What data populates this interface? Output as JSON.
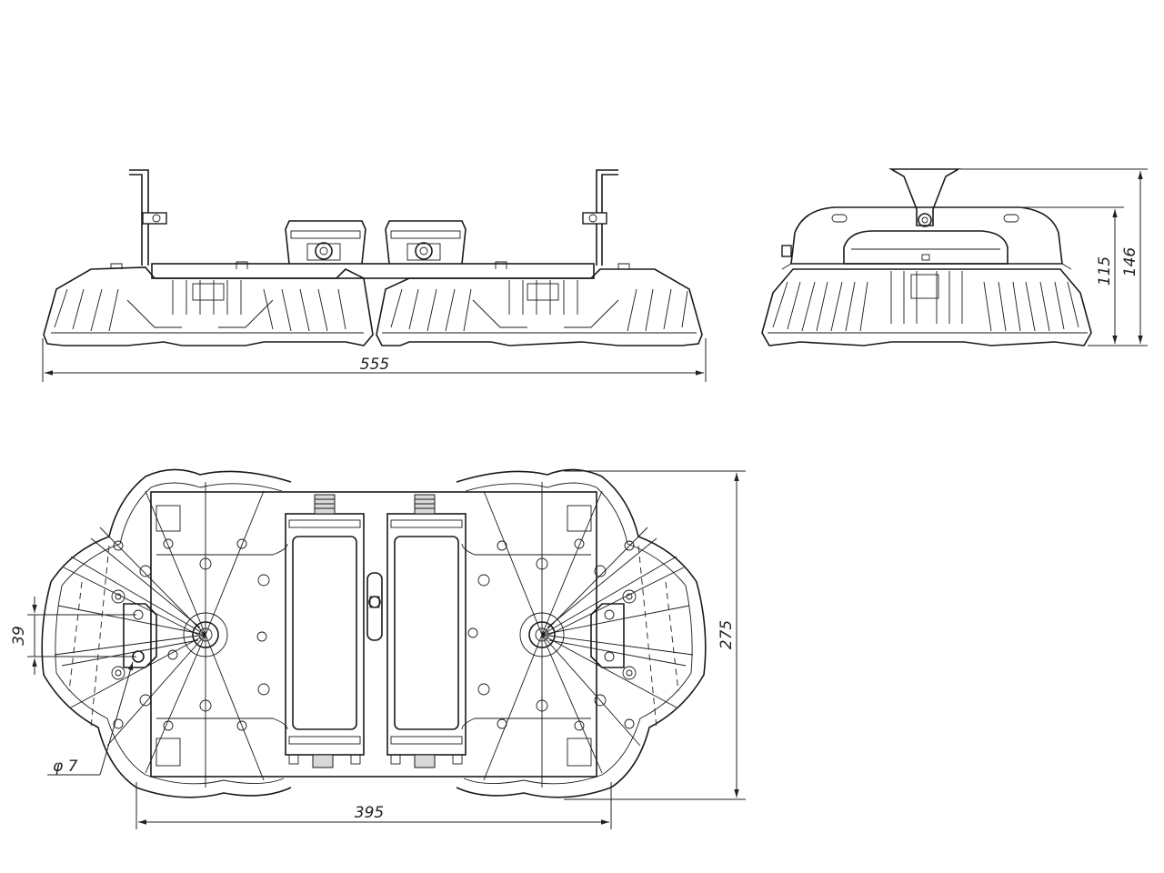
{
  "dimensions": {
    "overall_length": "555",
    "side_height_inner": "115",
    "side_height_total": "146",
    "plan_length": "395",
    "plan_width": "275",
    "hole_spacing": "39",
    "hole_diameter": "φ 7"
  }
}
